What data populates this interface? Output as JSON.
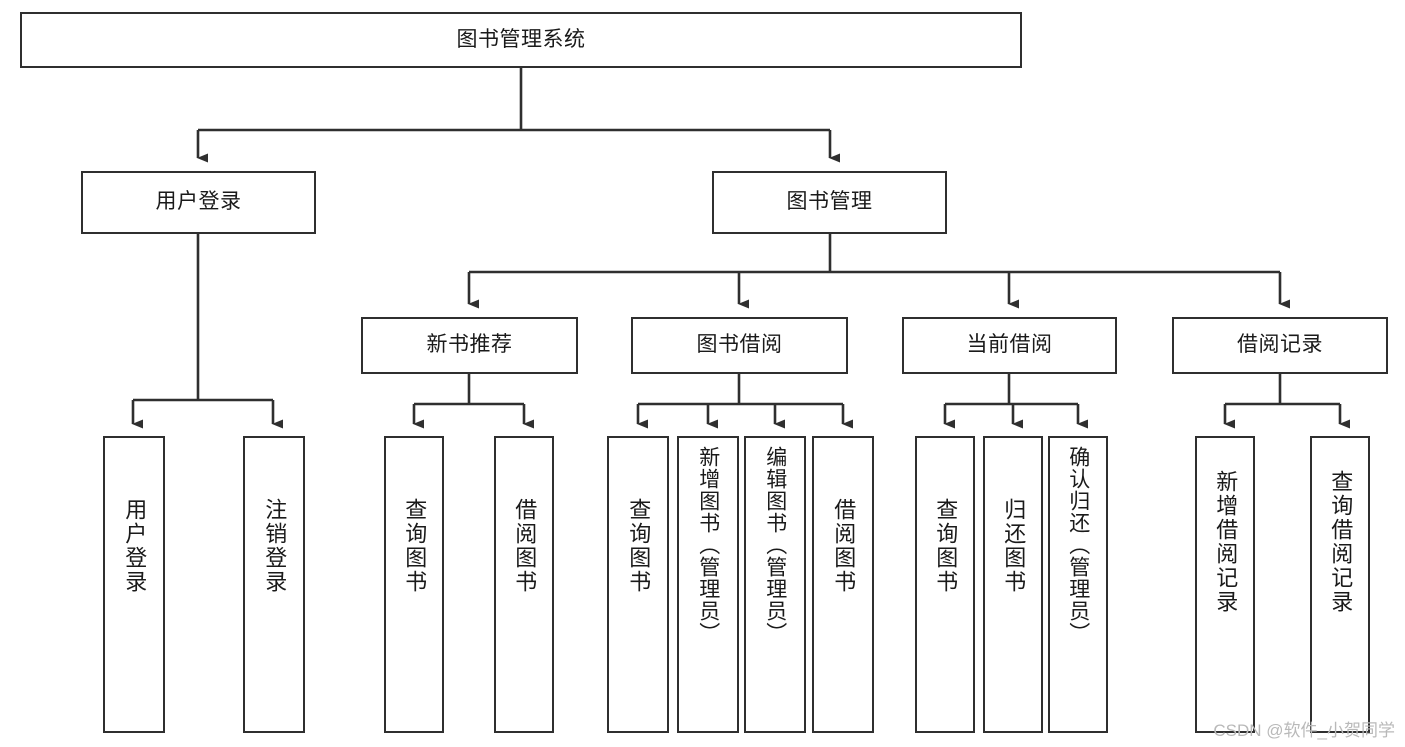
{
  "diagram": {
    "title": "图书管理系统",
    "type": "tree-hierarchy-diagram",
    "colors": {
      "box_border": "#2f2f2f",
      "box_fill": "#ffffff",
      "connector": "#2f2f2f",
      "background": "#ffffff",
      "watermark": "#b9b9b9"
    },
    "root": {
      "label": "图书管理系统"
    },
    "level2": [
      {
        "label": "用户登录"
      },
      {
        "label": "图书管理"
      }
    ],
    "level3": [
      {
        "label": "新书推荐"
      },
      {
        "label": "图书借阅"
      },
      {
        "label": "当前借阅"
      },
      {
        "label": "借阅记录"
      }
    ],
    "leaves": {
      "user_login": [
        {
          "label": "用户登录"
        },
        {
          "label": "注销登录"
        }
      ],
      "new_book_recommend": [
        {
          "label": "查询图书"
        },
        {
          "label": "借阅图书"
        }
      ],
      "book_borrow": [
        {
          "label": "查询图书"
        },
        {
          "label": "新增图书（管理员）"
        },
        {
          "label": "编辑图书（管理员）"
        },
        {
          "label": "借阅图书"
        }
      ],
      "current_borrow": [
        {
          "label": "查询图书"
        },
        {
          "label": "归还图书"
        },
        {
          "label": "确认归还（管理员）"
        }
      ],
      "borrow_record": [
        {
          "label": "新增借阅记录"
        },
        {
          "label": "查询借阅记录"
        }
      ]
    }
  },
  "watermark": {
    "text": "CSDN @软件_小贺同学"
  }
}
